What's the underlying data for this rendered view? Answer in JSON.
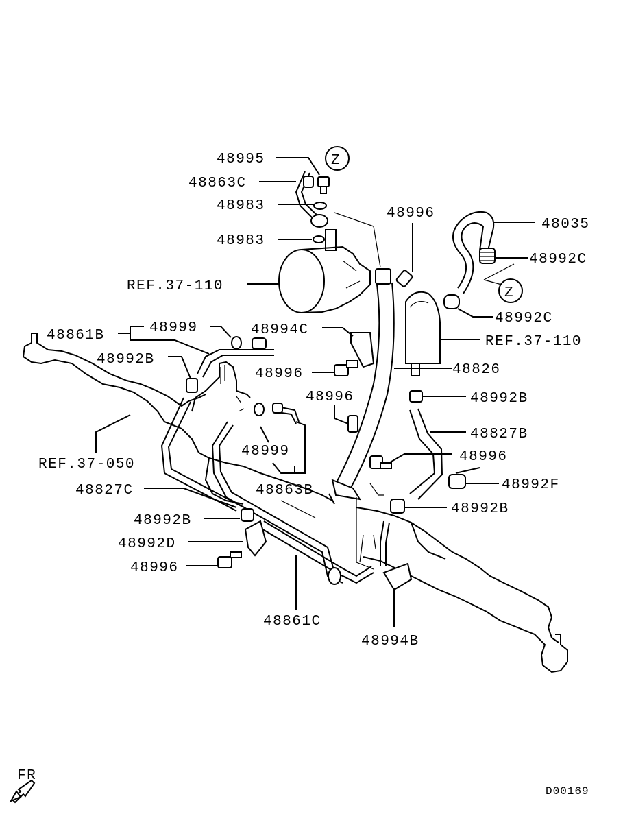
{
  "diagram_id": "D00169",
  "direction_label": "FR",
  "zone_marker": "Z",
  "callouts": {
    "c48995": "48995",
    "c48863c": "48863C",
    "c48983a": "48983",
    "c48983b": "48983",
    "cref110a": "REF.37-110",
    "c48861b": "48861B",
    "c48999a": "48999",
    "c48992ba": "48992B",
    "cref050": "REF.37-050",
    "c48827c": "48827C",
    "c48992bb": "48992B",
    "c48992d": "48992D",
    "c48996a": "48996",
    "c48861c": "48861C",
    "c48994b": "48994B",
    "c48999b": "48999",
    "c48863b": "48863B",
    "c48994c": "48994C",
    "c48996b": "48996",
    "c48996c": "48996",
    "c48996d": "48996",
    "c48826": "48826",
    "c48035": "48035",
    "c48992c_a": "48992C",
    "c48992c_b": "48992C",
    "cref110b": "REF.37-110",
    "c48992bc": "48992B",
    "c48827b": "48827B",
    "c48996e": "48996",
    "c48992f": "48992F",
    "c48992bd": "48992B"
  }
}
